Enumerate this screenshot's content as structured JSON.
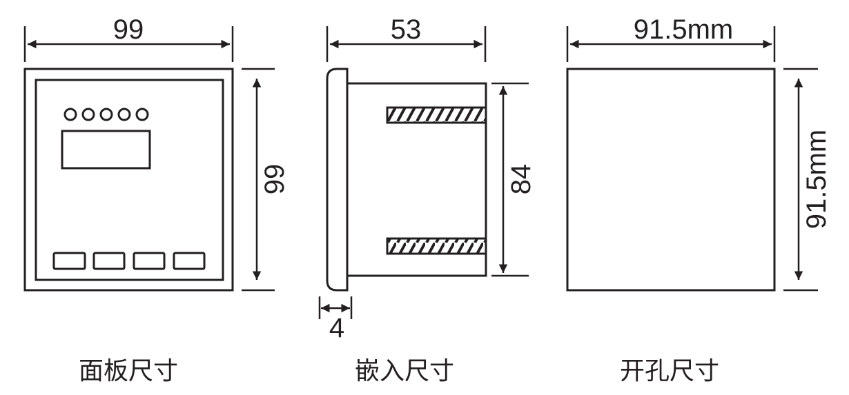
{
  "panel_view": {
    "width_label": "99",
    "height_label": "99",
    "caption": "面板尺寸"
  },
  "side_view": {
    "depth_label": "53",
    "body_height_label": "84",
    "bezel_label": "4",
    "caption": "嵌入尺寸"
  },
  "cutout_view": {
    "width_label": "91.5mm",
    "height_label": "91.5mm",
    "caption": "开孔尺寸"
  },
  "colors": {
    "line": "#231f20",
    "background": "#ffffff"
  }
}
